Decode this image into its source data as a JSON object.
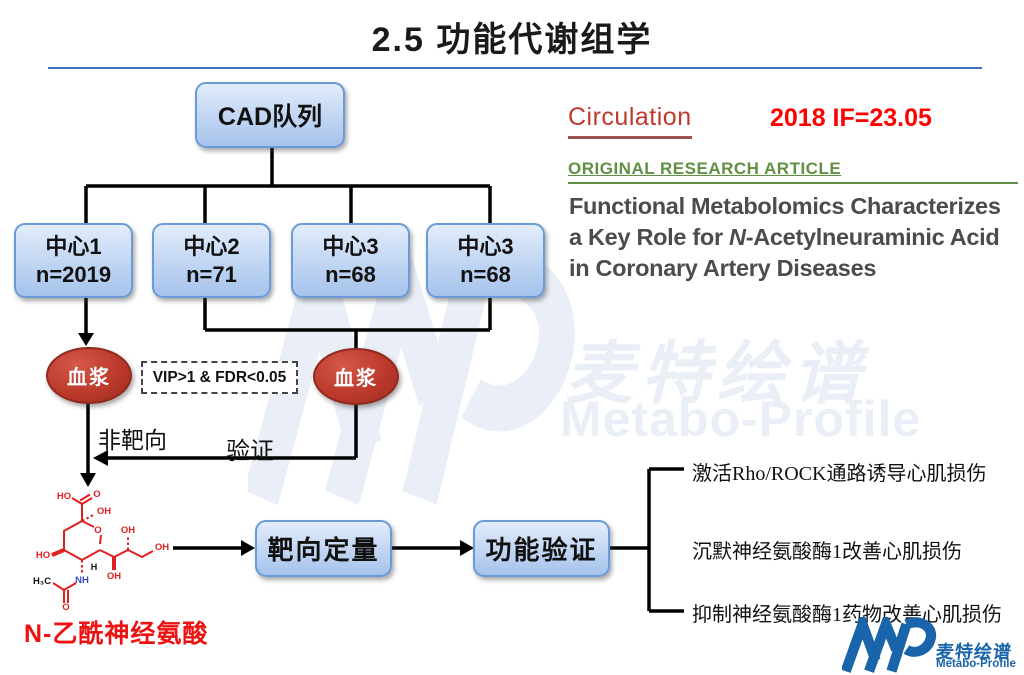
{
  "slide": {
    "title": "2.5  功能代谢组学"
  },
  "flowchart": {
    "cohort_label": "CAD队列",
    "centers": [
      {
        "name": "中心1",
        "n": "n=2019"
      },
      {
        "name": "中心2",
        "n": "n=71"
      },
      {
        "name": "中心3",
        "n": "n=68"
      },
      {
        "name": "中心3",
        "n": "n=68"
      }
    ],
    "plasma_left": "血浆",
    "plasma_right": "血浆",
    "filter_criteria": "VIP>1 & FDR<0.05",
    "untargeted_label": "非靶向",
    "validation_label": "验证",
    "metabolite_name": "N-乙酰神经氨酸",
    "targeted_quant_label": "靶向定量",
    "functional_validation_label": "功能验证",
    "outcomes": [
      "激活Rho/ROCK通路诱导心肌损伤",
      "沉默神经氨酸酶1改善心肌损伤",
      "抑制神经氨酸酶1药物改善心肌损伤"
    ]
  },
  "journal": {
    "name": "Circulation",
    "impact_factor": "2018 IF=23.05",
    "article_type": "ORIGINAL RESEARCH ARTICLE",
    "paper_title_line1": "Functional Metabolomics Characterizes",
    "paper_title_line2_html": "a Key Role for <i>N</i>-Acetylneuraminic Acid",
    "paper_title_line3": "in Coronary Artery Diseases"
  },
  "chem": {
    "labels": {
      "ho_acid": "HO",
      "o_acid": "O",
      "oh_c2": "OH",
      "o_ring": "O",
      "ho_c4": "HO",
      "h_c6": "H",
      "nh": "NH",
      "h3c": "H₃C",
      "o_acetyl": "O",
      "oh_c7": "OH",
      "oh_c8": "OH",
      "oh_c9": "OH"
    }
  },
  "watermark": {
    "cn": "麦特绘谱",
    "en": "Metabo-Profile"
  },
  "logo": {
    "cn": "麦特绘谱",
    "en": "Metabo-Profile"
  },
  "colors": {
    "rule_blue": "#4472c4",
    "box_border_blue": "#6b9bd7",
    "box_fill_top": "#e3edfb",
    "box_fill_bottom": "#a6c3ec",
    "oval_red": "#bc3a2c",
    "line_black": "#000000",
    "metabolite_red": "#ee1111",
    "journal_red": "#c0392b",
    "impact_red": "#ff0000",
    "article_green": "#5f9043",
    "paper_title_gray": "#4c4c4e",
    "logo_blue": "#1a64ab",
    "watermark_blue": "#e9eef7"
  }
}
